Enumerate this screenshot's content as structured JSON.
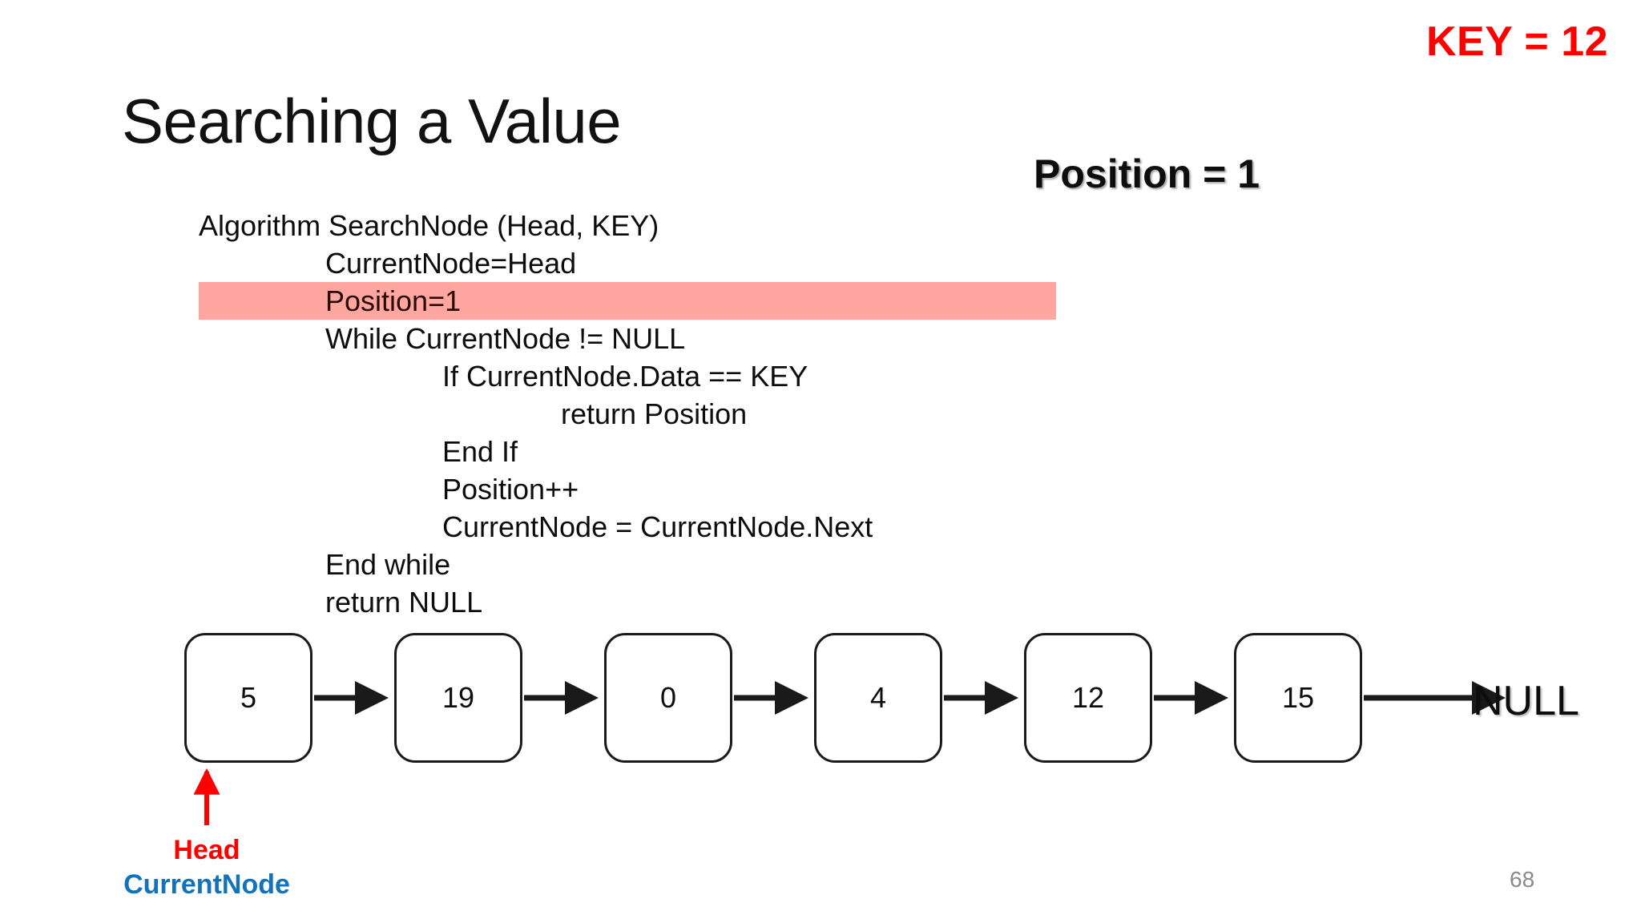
{
  "slide": {
    "title": "Searching a Value",
    "key_label": "KEY = 12",
    "position_readout": "Position = 1",
    "slide_number": "68",
    "colors": {
      "key_red": "#ff0000",
      "highlight_band": "#ffa6a0",
      "head_red": "#ff0000",
      "currentnode_blue": "#1273bc",
      "node_border": "#1a1a1a",
      "slide_number_gray": "#8a8a8a"
    }
  },
  "algorithm": {
    "lines": [
      {
        "text": "Algorithm SearchNode (Head, KEY)",
        "indent": 0,
        "highlighted": false
      },
      {
        "text": "CurrentNode=Head",
        "indent": 1,
        "highlighted": false
      },
      {
        "text": "Position=1",
        "indent": 1,
        "highlighted": true
      },
      {
        "text": "While CurrentNode != NULL",
        "indent": 1,
        "highlighted": false
      },
      {
        "text": "If CurrentNode.Data == KEY",
        "indent": 2,
        "highlighted": false
      },
      {
        "text": "return Position",
        "indent": 3,
        "highlighted": false
      },
      {
        "text": "End If",
        "indent": 2,
        "highlighted": false
      },
      {
        "text": "Position++",
        "indent": 2,
        "highlighted": false
      },
      {
        "text": "CurrentNode = CurrentNode.Next",
        "indent": 2,
        "highlighted": false
      },
      {
        "text": "End while",
        "indent": 1,
        "highlighted": false
      },
      {
        "text": "return NULL",
        "indent": 1,
        "highlighted": false
      }
    ]
  },
  "linked_list": {
    "nodes": [
      {
        "value": "5"
      },
      {
        "value": "19"
      },
      {
        "value": "0"
      },
      {
        "value": "4"
      },
      {
        "value": "12"
      },
      {
        "value": "15"
      }
    ],
    "terminator": "NULL"
  },
  "pointers": {
    "head": "Head",
    "current_node": "CurrentNode",
    "target_node_index": 0
  }
}
